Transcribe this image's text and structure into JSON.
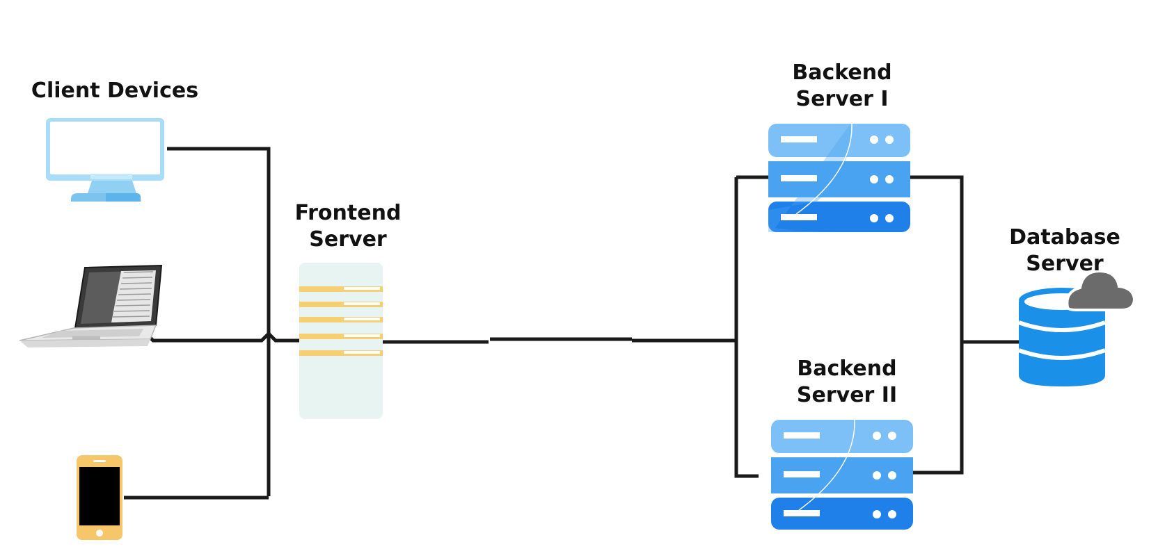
{
  "labels": {
    "client_devices": "Client Devices",
    "frontend_server": [
      "Frontend",
      "Server"
    ],
    "backend_server_1": [
      "Backend",
      "Server I"
    ],
    "backend_server_2": [
      "Backend",
      "Server II"
    ],
    "database_server": [
      "Database",
      "Server"
    ]
  },
  "nodes": {
    "client_devices": [
      {
        "name": "desktop-monitor",
        "icon": "monitor-icon"
      },
      {
        "name": "laptop",
        "icon": "laptop-icon"
      },
      {
        "name": "smartphone",
        "icon": "smartphone-icon"
      }
    ],
    "frontend_server": {
      "icon": "server-rack-icon"
    },
    "backend_servers": [
      {
        "icon": "server-stack-icon"
      },
      {
        "icon": "server-stack-icon"
      }
    ],
    "database_server": {
      "icon": "database-cloud-icon"
    }
  },
  "colors": {
    "wire": "#1a1a1a",
    "monitor": "#a9dcf6",
    "frontend_body": "#e8f4f1",
    "frontend_stripe": "#f6cf72",
    "backend_light": "#7cc0f7",
    "backend_mid": "#4aa3f1",
    "backend_dark": "#1f80ea",
    "database": "#1a90e8",
    "cloud": "#6b6b6b",
    "phone": "#f5c76a"
  }
}
